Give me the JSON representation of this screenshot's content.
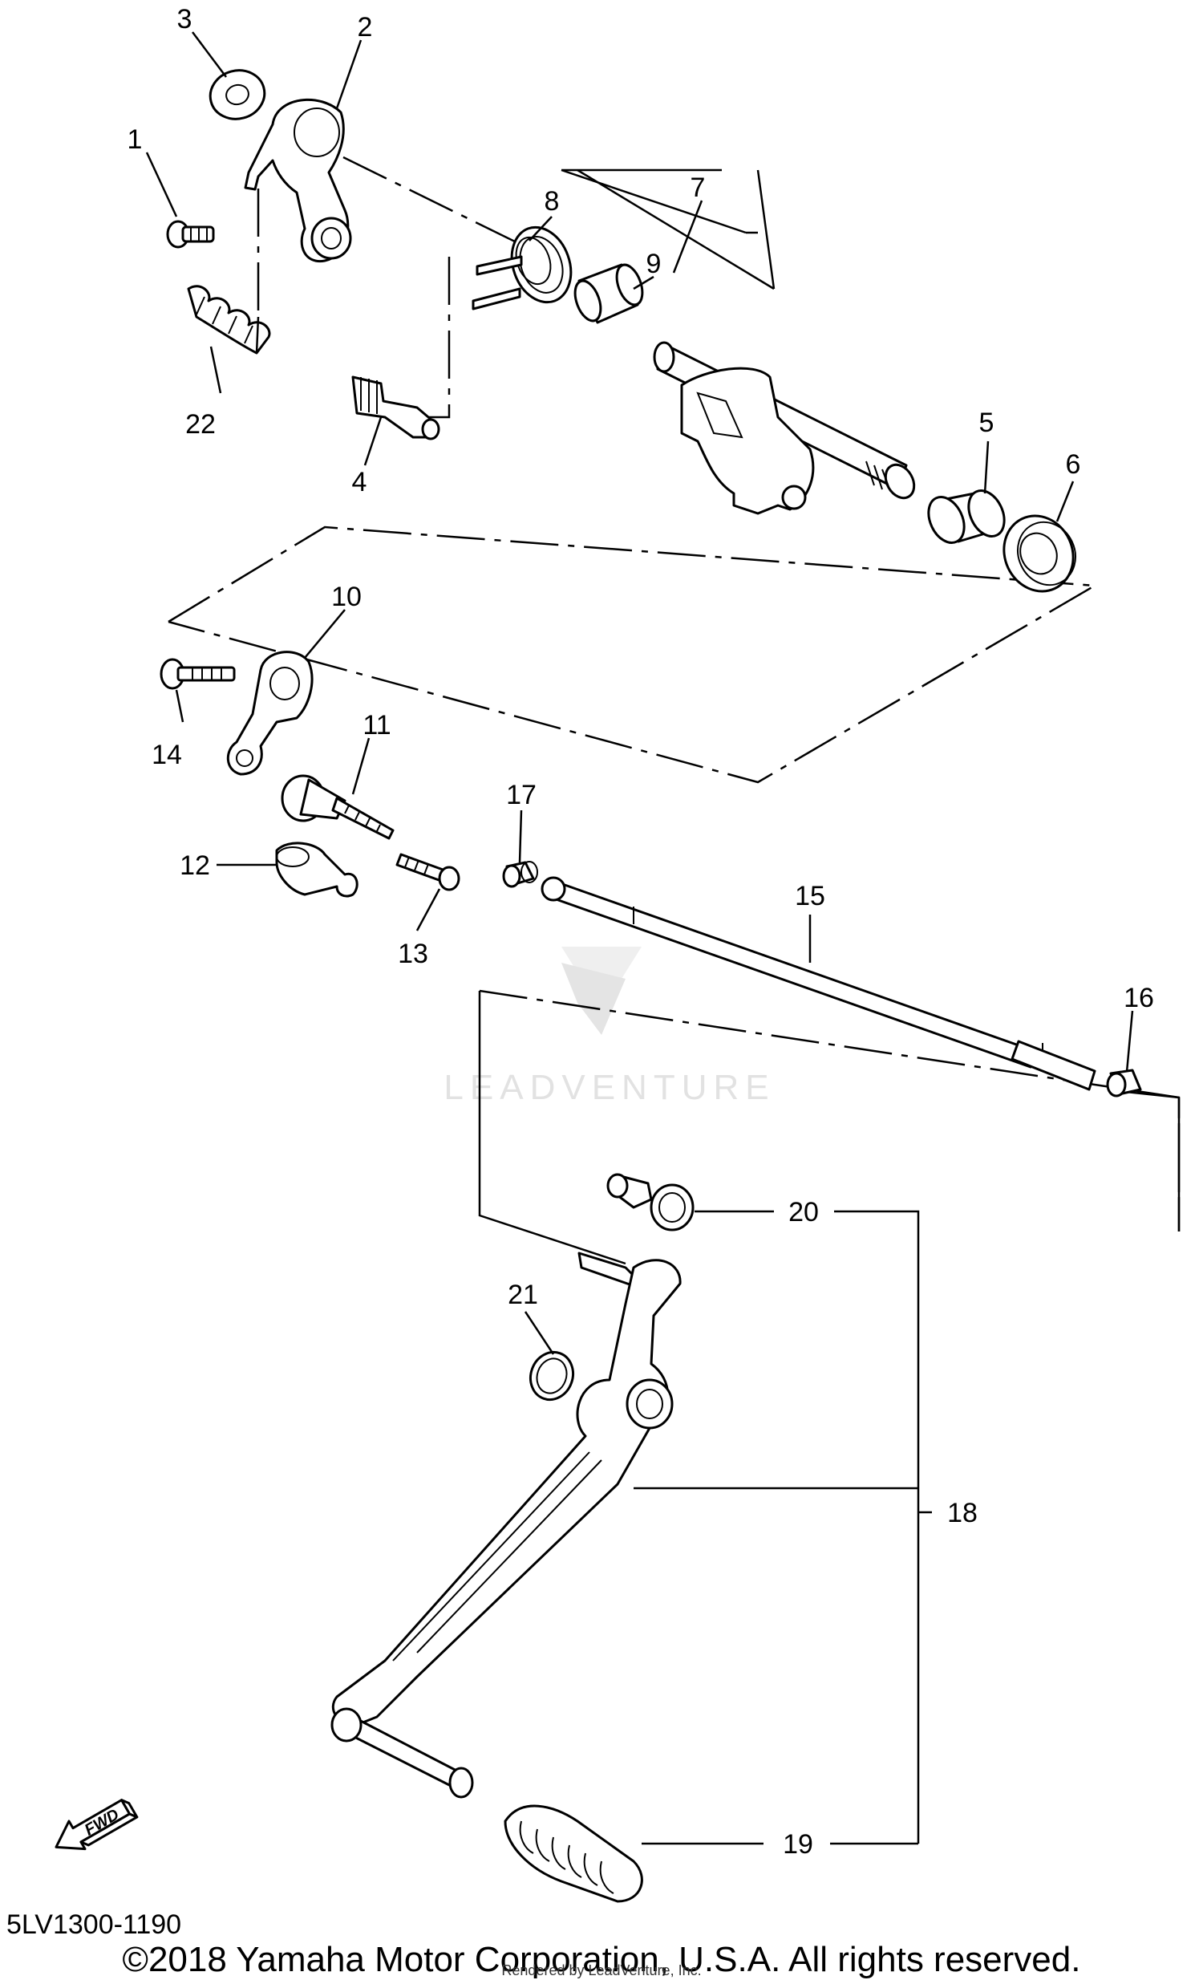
{
  "callouts": [
    "1",
    "2",
    "3",
    "4",
    "5",
    "6",
    "7",
    "8",
    "9",
    "10",
    "11",
    "12",
    "13",
    "14",
    "15",
    "16",
    "17",
    "18",
    "19",
    "20",
    "21",
    "22"
  ],
  "fwd_label": "FWD",
  "watermark_text": "LEADVENTURE",
  "diagram_code": "5LV1300-1190",
  "copyright": "©2018 Yamaha Motor Corporation, U.S.A. All rights reserved.",
  "rendered_by": "Rendered by LeadVenture, Inc."
}
